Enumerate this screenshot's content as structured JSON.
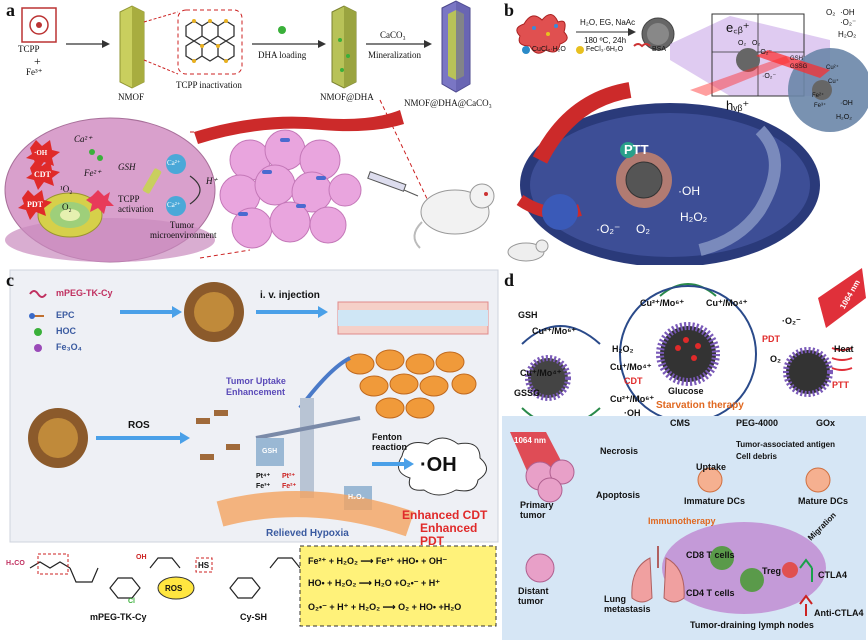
{
  "panel_a": {
    "label": "a",
    "tcpp": "TCPP",
    "plus": "+",
    "fe3": "Fe³⁺",
    "nmof": "NMOF",
    "tcpp_inactivation": "TCPP inactivation",
    "dha_loading": "DHA loading",
    "nmof_dha": "NMOF@DHA",
    "caco3": "CaCO₃",
    "mineralization": "Mineralization",
    "nmof_dha_caco3": "NMOF@DHA@CaCO₃",
    "ca2_top": "Ca²⁺",
    "cdt": "CDT",
    "fe2": "Fe²⁺",
    "gsh": "GSH",
    "singlet_o2": "¹O₂",
    "pdt": "PDT",
    "o2": "O₂",
    "tcpp_activation": "TCPP activation",
    "ca2_right1": "Ca²⁺",
    "hplus": "H⁺",
    "ca2_right2": "Ca²⁺",
    "tumor_microenvironment": "Tumor microenvironment",
    "colors": {
      "cell": "#d9a0cc",
      "crystal": "#c9cf5e",
      "crystal2": "#7a76c4",
      "tumor": "#e9a5de",
      "vessel": "#cc2a2a"
    }
  },
  "panel_b": {
    "label": "b",
    "synthesis": "H₂O, EG, NaAc",
    "conditions": "180 ºC, 24h",
    "cucl2": "CuCl₂·H₂O",
    "fecl3": "FeCl₃·6H₂O",
    "bsa": "BSA",
    "ecb": "e꜀ᵦ⁺",
    "hvb": "hᵥᵦ⁺",
    "o2_1": "O₂",
    "o2_2": "O₂",
    "o2rad1": "·O₂⁻",
    "o2rad2": "·O₂⁻",
    "o2_top": "O₂",
    "oh_top": "·OH",
    "o2rad_top": "·O₂⁻",
    "h2o2_top": "H₂O₂",
    "gsh": "GSH",
    "gssg": "GSSG",
    "cu2": "Cu²⁺",
    "cuplus": "Cu⁺",
    "fe2": "Fe²⁺",
    "fe3": "Fe³⁺",
    "oh_right": "·OH",
    "h2o2_right": "H₂O₂",
    "ptt": "PTT",
    "oh_mid": "·OH",
    "h2o2_mid": "H₂O₂",
    "o2rad_mid": "·O₂⁻",
    "o2_mid": "O₂",
    "colors": {
      "cell": "#2a3a7a",
      "vessel": "#cc2a2a",
      "glow": "#c9a8e8"
    }
  },
  "panel_c": {
    "label": "c",
    "legend": [
      "mPEG-TK-Cy",
      "EPC",
      "HOC",
      "Fe₃O₄"
    ],
    "injection": "i. v. injection",
    "tumor_uptake": "Tumor Uptake Enhancement",
    "ros": "ROS",
    "gsh": "GSH",
    "pt4": "Pt⁴⁺",
    "pt2": "Pt²⁺",
    "fe3": "Fe³⁺",
    "fe2": "Fe²⁺",
    "h2o2": "H₂O₂",
    "fenton": "Fenton reaction",
    "oh": "·OH",
    "enhanced_cdt": "Enhanced CDT",
    "relieved_hypoxia": "Relieved Hypoxia",
    "enhanced_pdt": "Enhanced PDT",
    "mol1": "mPEG-TK-Cy",
    "ros_arrow": "ROS",
    "mol2": "Cy-SH",
    "hs": "HS",
    "oh_group": "OH",
    "cl": "Cl",
    "h3co": "H₃CO",
    "eq1": "Fe²⁺ + H₂O₂ ⟶ Fe³⁺ +HO• + OH⁻",
    "eq2": "HO• + H₂O₂ ⟶ H₂O +O₂•⁻ + H⁺",
    "eq3": "O₂•⁻ + H⁺ + H₂O₂ ⟶ O₂ + HO• +H₂O",
    "colors": {
      "bg": "#eef0f5",
      "cells": "#f09a3a",
      "arrow": "#f4a460",
      "equations_bg": "#fff27a"
    }
  },
  "panel_d": {
    "label": "d",
    "gsh": "GSH",
    "cu_mo_a": "Cu²⁺/Mo⁶⁺",
    "cu_mo_b": "Cu⁺/Mo⁴⁺",
    "gssg": "GSSG",
    "h2o2": "H₂O₂",
    "cdt": "CDT",
    "cu_mo_c": "Cu⁺/Mo⁴⁺",
    "cu_mo_d": "Cu²⁺/Mo⁶⁺",
    "oh": "·OH",
    "top_cu1": "Cu²⁺/Mo⁶⁺",
    "top_cu2": "Cu⁺/Mo⁴⁺",
    "glucose": "Glucose",
    "starvation": "Starvation therapy",
    "o2rad": "·O₂⁻",
    "pdt": "PDT",
    "o2": "O₂",
    "laser": "1064 nm",
    "heat": "Heat",
    "ptt": "PTT",
    "legend_cms": "CMS",
    "legend_peg": "PEG-4000",
    "legend_gox": "GOx",
    "laser2": "1064 nm",
    "necrosis": "Necrosis",
    "apoptosis": "Apoptosis",
    "tumor_antigen": "Tumor-associated antigen",
    "cell_debris": "Cell debris",
    "uptake": "Uptake",
    "primary": "Primary tumor",
    "immature": "Immature DCs",
    "mature": "Mature DCs",
    "immunotherapy": "Immunotherapy",
    "migration": "Migration",
    "distant": "Distant tumor",
    "cd8": "CD8 T cells",
    "cd4": "CD4 T cells",
    "treg": "Treg",
    "ctla4": "CTLA4",
    "anti_ctla4": "Anti-CTLA4",
    "lung": "Lung metastasis",
    "lymph": "Tumor-draining lymph nodes",
    "colors": {
      "bg": "#d6e6f5",
      "starvation": "#e06820",
      "lymph": "#c49ad8",
      "laser": "#e0303a"
    }
  }
}
